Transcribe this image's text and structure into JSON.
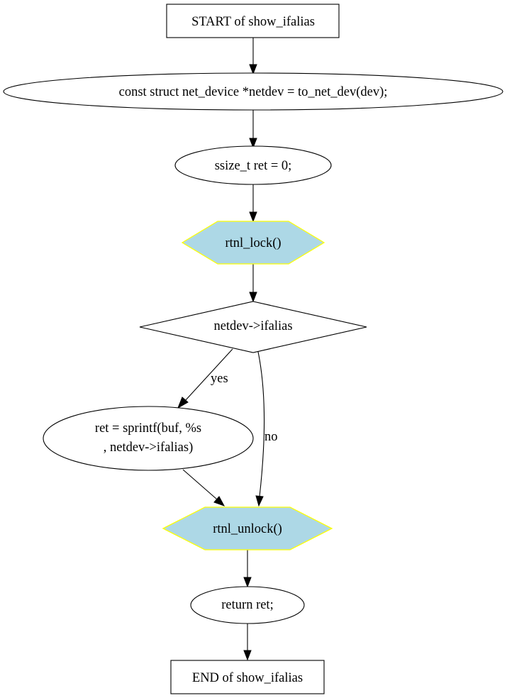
{
  "diagram": {
    "type": "flowchart",
    "colors": {
      "line": "#000000",
      "node_fill": "#ffffff",
      "lock_fill": "#add8e6",
      "lock_border": "#ffff00"
    },
    "nodes": {
      "start": {
        "shape": "box",
        "label": "START of show_ifalias"
      },
      "netdev_decl": {
        "shape": "ellipse",
        "label": "const struct net_device *netdev = to_net_dev(dev);"
      },
      "ret_decl": {
        "shape": "ellipse",
        "label": "ssize_t ret = 0;"
      },
      "rtnl_lock": {
        "shape": "hexagon",
        "label": "rtnl_lock()"
      },
      "ifalias_check": {
        "shape": "diamond",
        "label": "netdev->ifalias"
      },
      "sprintf_call": {
        "shape": "ellipse",
        "label_line1": "ret = sprintf(buf, %s",
        "label_line2": ", netdev->ifalias)"
      },
      "rtnl_unlock": {
        "shape": "hexagon",
        "label": "rtnl_unlock()"
      },
      "return_ret": {
        "shape": "ellipse",
        "label": "return ret;"
      },
      "end": {
        "shape": "box",
        "label": "END of show_ifalias"
      }
    },
    "edges": {
      "yes_label": "yes",
      "no_label": "no"
    }
  }
}
